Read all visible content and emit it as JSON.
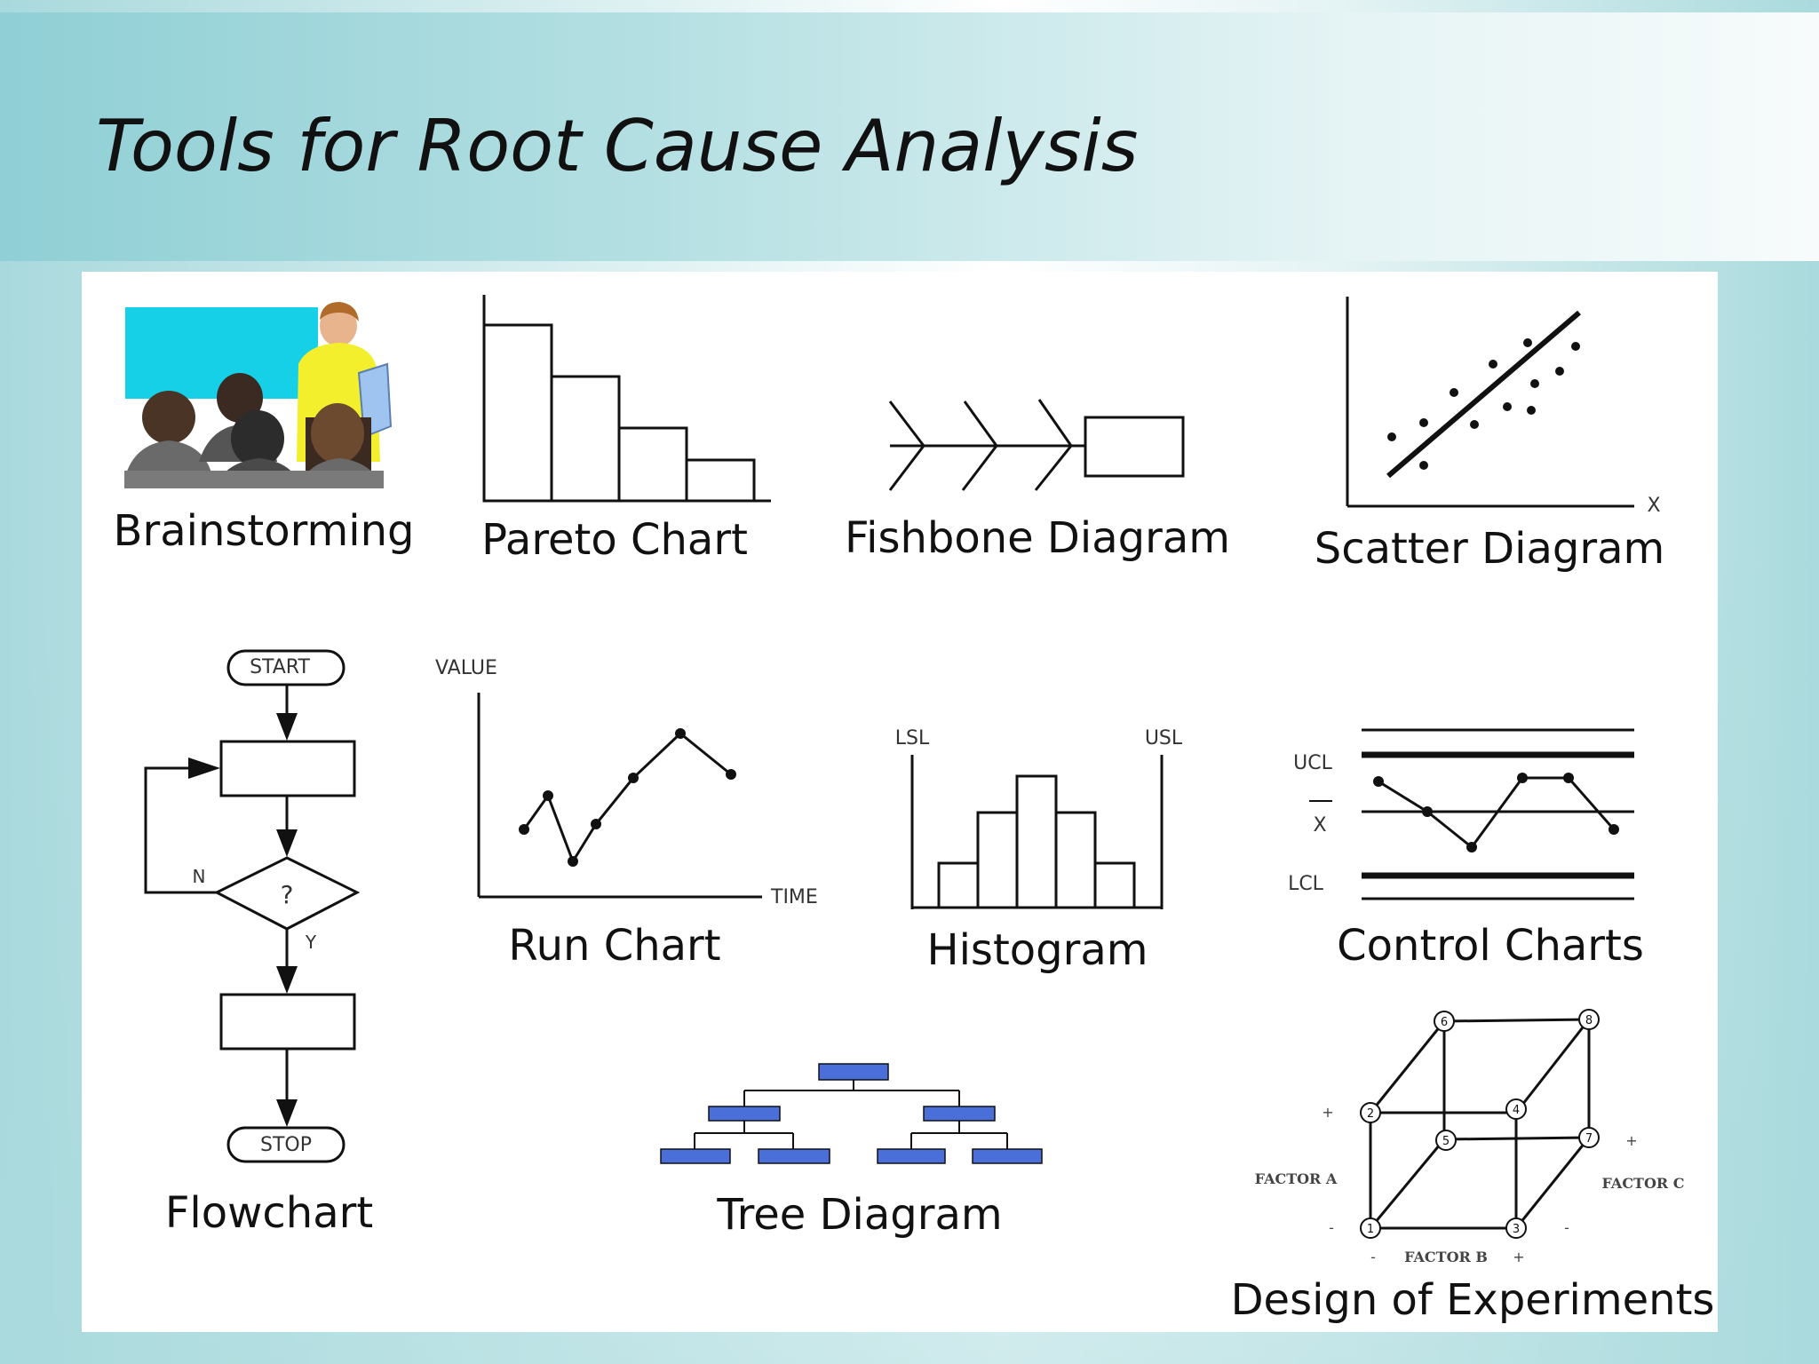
{
  "slide": {
    "title": "Tools for Root Cause Analysis"
  },
  "tools": {
    "brainstorming": "Brainstorming",
    "pareto": "Pareto Chart",
    "fishbone": "Fishbone Diagram",
    "scatter": "Scatter Diagram",
    "flowchart": "Flowchart",
    "run_chart": "Run Chart",
    "histogram": "Histogram",
    "control_charts": "Control Charts",
    "tree": "Tree Diagram",
    "doe": "Design of Experiments"
  },
  "diagram_text": {
    "scatter_x": "X",
    "flow_start": "START",
    "flow_stop": "STOP",
    "flow_decision": "?",
    "flow_no": "N",
    "flow_yes": "Y",
    "run_value": "VALUE",
    "run_time": "TIME",
    "hist_lsl": "LSL",
    "hist_usl": "USL",
    "ctrl_ucl": "UCL",
    "ctrl_x": "X",
    "ctrl_lcl": "LCL",
    "doe_factor_a": "FACTOR A",
    "doe_factor_b": "FACTOR B",
    "doe_factor_c": "FACTOR C",
    "doe_plus": "+",
    "doe_minus": "-",
    "doe_nodes": [
      "1",
      "2",
      "3",
      "4",
      "5",
      "6",
      "7",
      "8"
    ]
  },
  "colors": {
    "tree_box": "#4a6fd8",
    "flash_screen": "#15d0e6"
  }
}
